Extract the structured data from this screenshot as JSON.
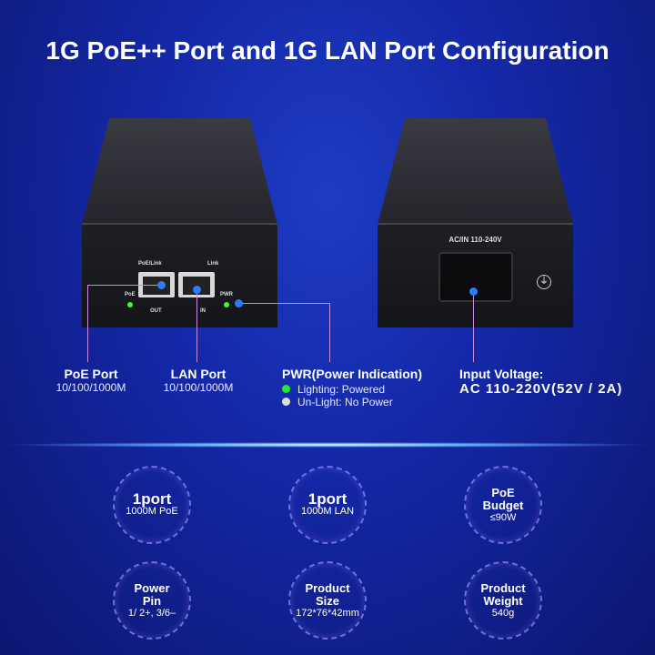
{
  "title": "1G PoE++ Port and 1G LAN Port Configuration",
  "device_front": {
    "poe_link": "PoE/Link",
    "link": "Link",
    "poe": "PoE",
    "pwr": "PWR",
    "out": "OUT",
    "in": "IN"
  },
  "device_back": {
    "ac_label": "AC/IN 110-240V"
  },
  "callouts": [
    {
      "title": "PoE Port",
      "sub": "10/100/1000M"
    },
    {
      "title": "LAN Port",
      "sub": "10/100/1000M"
    },
    {
      "title": "PWR(Power Indication)",
      "items": [
        "Lighting: Powered",
        "Un-Light: No Power"
      ],
      "colors": [
        "#22ee22",
        "#dddddd"
      ]
    },
    {
      "title": "Input Voltage:",
      "sub": "AC 110-220V(52V / 2A)"
    }
  ],
  "specs": [
    {
      "head": "1port",
      "sub": "1000M PoE"
    },
    {
      "head": "1port",
      "sub": "1000M LAN"
    },
    {
      "head": "PoE Budget",
      "sub": "≤90W"
    },
    {
      "head": "Power Pin",
      "sub": "1/ 2+, 3/6–"
    },
    {
      "head": "Product Size",
      "sub": "172*76*42mm"
    },
    {
      "head": "Product Weight",
      "sub": "540g"
    }
  ],
  "colors": {
    "accent_line": "#c98ce0",
    "dot": "#2d7bf5",
    "led_green": "#33ff33"
  }
}
